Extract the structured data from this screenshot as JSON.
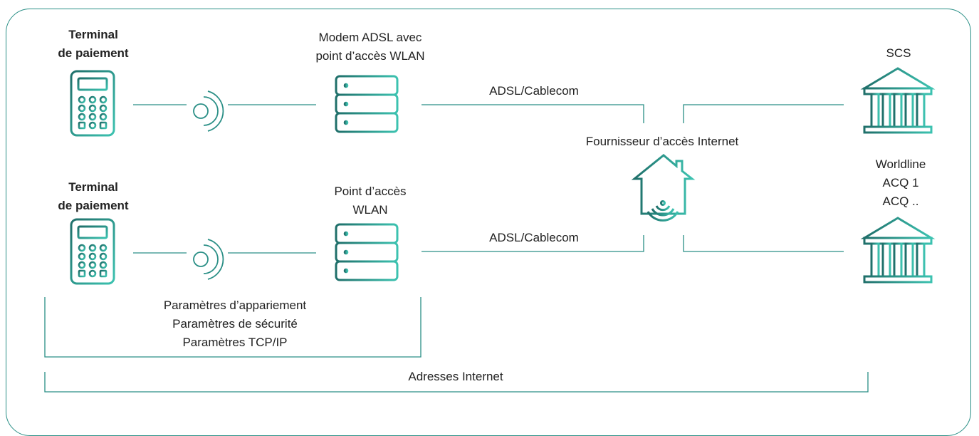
{
  "terminal_top": {
    "line1": "Terminal",
    "line2": "de paiement"
  },
  "terminal_bottom": {
    "line1": "Terminal",
    "line2": "de paiement"
  },
  "modem": {
    "line1": "Modem ADSL avec",
    "line2": "point d’accès WLAN"
  },
  "access_point": {
    "line1": "Point d’accès",
    "line2": "WLAN"
  },
  "link_top_label": "ADSL/Cablecom",
  "link_bottom_label": "ADSL/Cablecom",
  "isp_label": "Fournisseur d’accès Internet",
  "scs_label": "SCS",
  "worldline": {
    "line1": "Worldline",
    "line2": "ACQ 1",
    "line3": "ACQ .."
  },
  "params": {
    "line1": "Paramètres d’appariement",
    "line2": "Paramètres de sécurité",
    "line3": "Paramètres TCP/IP"
  },
  "internet_addresses_label": "Adresses Internet",
  "colors": {
    "frame": "#2a8f86",
    "icon_dark": "#1f6f6a",
    "icon_light": "#3cc2b0",
    "line": "#2a8f86"
  },
  "icons": [
    "payment-terminal-icon",
    "wifi-signal-icon",
    "server-icon",
    "bank-icon",
    "home-wifi-icon"
  ]
}
